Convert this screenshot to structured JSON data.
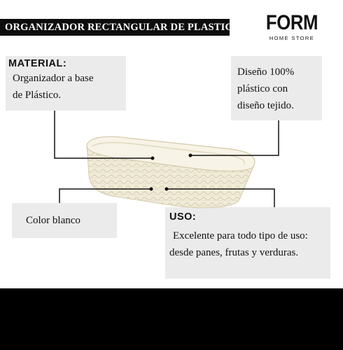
{
  "title": "ORGANIZADOR RECTANGULAR DE PLASTICO",
  "brand": {
    "name": "FORM",
    "subtitle": "HOME STORE"
  },
  "material": {
    "heading": "MATERIAL:",
    "lines": [
      "Organizador a base",
      "de Plástico."
    ]
  },
  "design": {
    "lines": [
      "Diseño 100%",
      "plástico con",
      "diseño tejido."
    ]
  },
  "color": {
    "text": "Color blanco"
  },
  "uso": {
    "heading": "USO:",
    "lines": [
      "Excelente para todo tipo de uso:",
      "desde panes, frutas y verduras."
    ]
  },
  "colors": {
    "bar": "#0d0d0d",
    "box": "#ebebeb",
    "basket": "#f1ecd9"
  },
  "icons": [
    "wicker-basket-illustration"
  ]
}
